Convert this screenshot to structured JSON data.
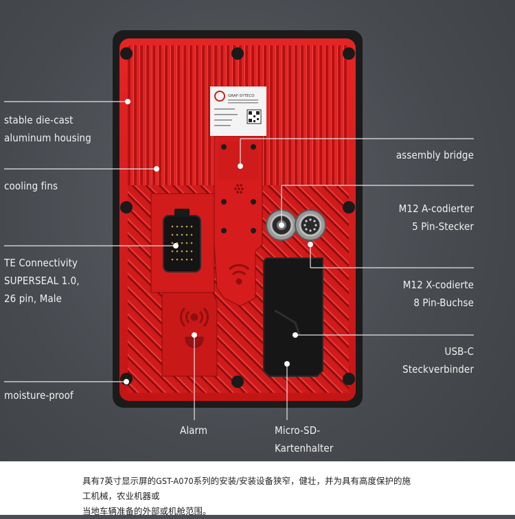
{
  "device": {
    "brand_label": "GRAF-SYTECO",
    "colors": {
      "housing": "#d81d1d",
      "housing_dark": "#9c0f0f",
      "bezel": "#1a1a1a",
      "background": "#4a4d52"
    }
  },
  "callouts_left": {
    "housing": [
      "stable die-cast",
      "aluminum housing"
    ],
    "fins": [
      "cooling fins"
    ],
    "connector": [
      "TE Connectivity",
      "SUPERSEAL 1.0,",
      "26 pin, Male"
    ],
    "moisture": [
      "moisture-proof"
    ]
  },
  "callouts_right": {
    "bridge": [
      "assembly bridge"
    ],
    "m12a": [
      "M12 A-codierter",
      "5 Pin-Stecker"
    ],
    "m12x": [
      "M12 X-codierte",
      "8 Pin-Buchse"
    ],
    "usbc": [
      "USB-C",
      "Steckverbinder"
    ]
  },
  "callouts_bottom": {
    "alarm": [
      "Alarm"
    ],
    "microsd": [
      "Micro-SD-",
      "Kartenhalter"
    ]
  },
  "caption": {
    "line1": "具有7英寸显示屏的GST-A070系列的安装/安装设备狭窄，健壮，并为具有高度保护的施工机械，农业机器或",
    "line2": "当地车辆准备的外部或机舱范围。"
  }
}
